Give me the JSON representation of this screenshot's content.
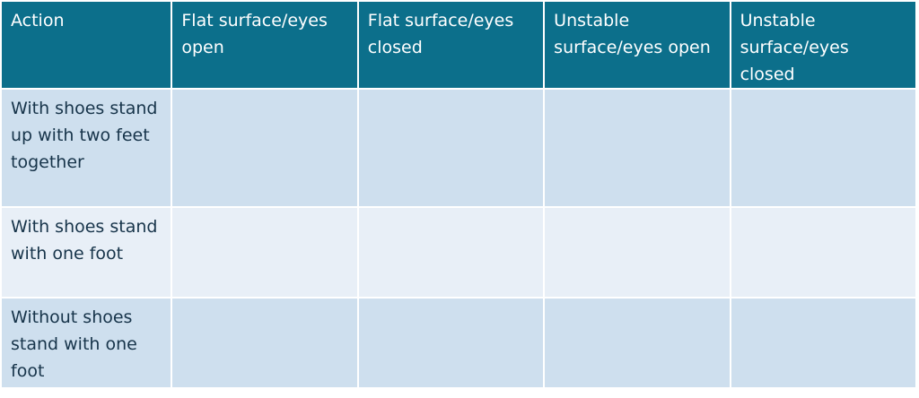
{
  "table": {
    "headers": [
      "Action",
      "Flat surface/eyes open",
      "Flat surface/eyes closed",
      "Unstable surface/eyes open",
      "Unstable surface/eyes closed"
    ],
    "rows": [
      {
        "action": "With shoes stand up with two feet together",
        "cells": [
          "",
          "",
          "",
          ""
        ]
      },
      {
        "action": "With shoes stand with one foot",
        "cells": [
          "",
          "",
          "",
          ""
        ]
      },
      {
        "action": "Without shoes stand with one foot",
        "cells": [
          "",
          "",
          "",
          ""
        ]
      }
    ]
  },
  "colors": {
    "header_bg": "#0c6f8b",
    "row_dark_bg": "#cedfee",
    "row_light_bg": "#e8eff7"
  }
}
